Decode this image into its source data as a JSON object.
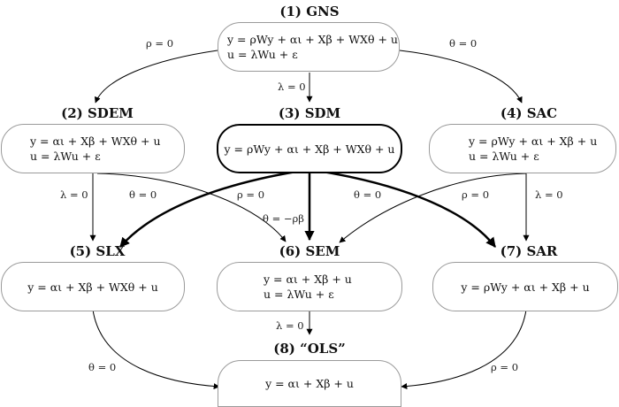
{
  "nodes": {
    "gns": {
      "title": "(1) GNS",
      "eq1": "y = ρWy + αι + Xβ + WXθ + u",
      "eq2": "u = λWu + ε"
    },
    "sdem": {
      "title": "(2) SDEM",
      "eq1": "y = αι + Xβ + WXθ + u",
      "eq2": "u = λWu + ε"
    },
    "sdm": {
      "title": "(3) SDM",
      "eq1": "y = ρWy + αι + Xβ + WXθ + u"
    },
    "sac": {
      "title": "(4) SAC",
      "eq1": "y = ρWy + αι + Xβ + u",
      "eq2": "u = λWu + ε"
    },
    "slx": {
      "title": "(5) SLX",
      "eq1": "y = αι + Xβ + WXθ + u"
    },
    "sem": {
      "title": "(6) SEM",
      "eq1": "y = αι + Xβ + u",
      "eq2": "u = λWu + ε"
    },
    "sar": {
      "title": "(7) SAR",
      "eq1": "y = ρWy + αι + Xβ + u"
    },
    "ols": {
      "title": "(8) “OLS”",
      "eq1": "y = αι + Xβ + u"
    }
  },
  "edges": {
    "gns_sdem": "ρ = 0",
    "gns_sac": "θ = 0",
    "gns_sdm": "λ = 0",
    "sdem_slx": "λ = 0",
    "sdem_sem": "θ = 0",
    "sdm_slx": "ρ = 0",
    "sdm_sem": "θ = −ρβ",
    "sdm_sar": "θ = 0",
    "sac_sem": "ρ = 0",
    "sac_sar": "λ = 0",
    "sem_ols": "λ = 0",
    "slx_ols": "θ = 0",
    "sar_ols": "ρ = 0"
  }
}
